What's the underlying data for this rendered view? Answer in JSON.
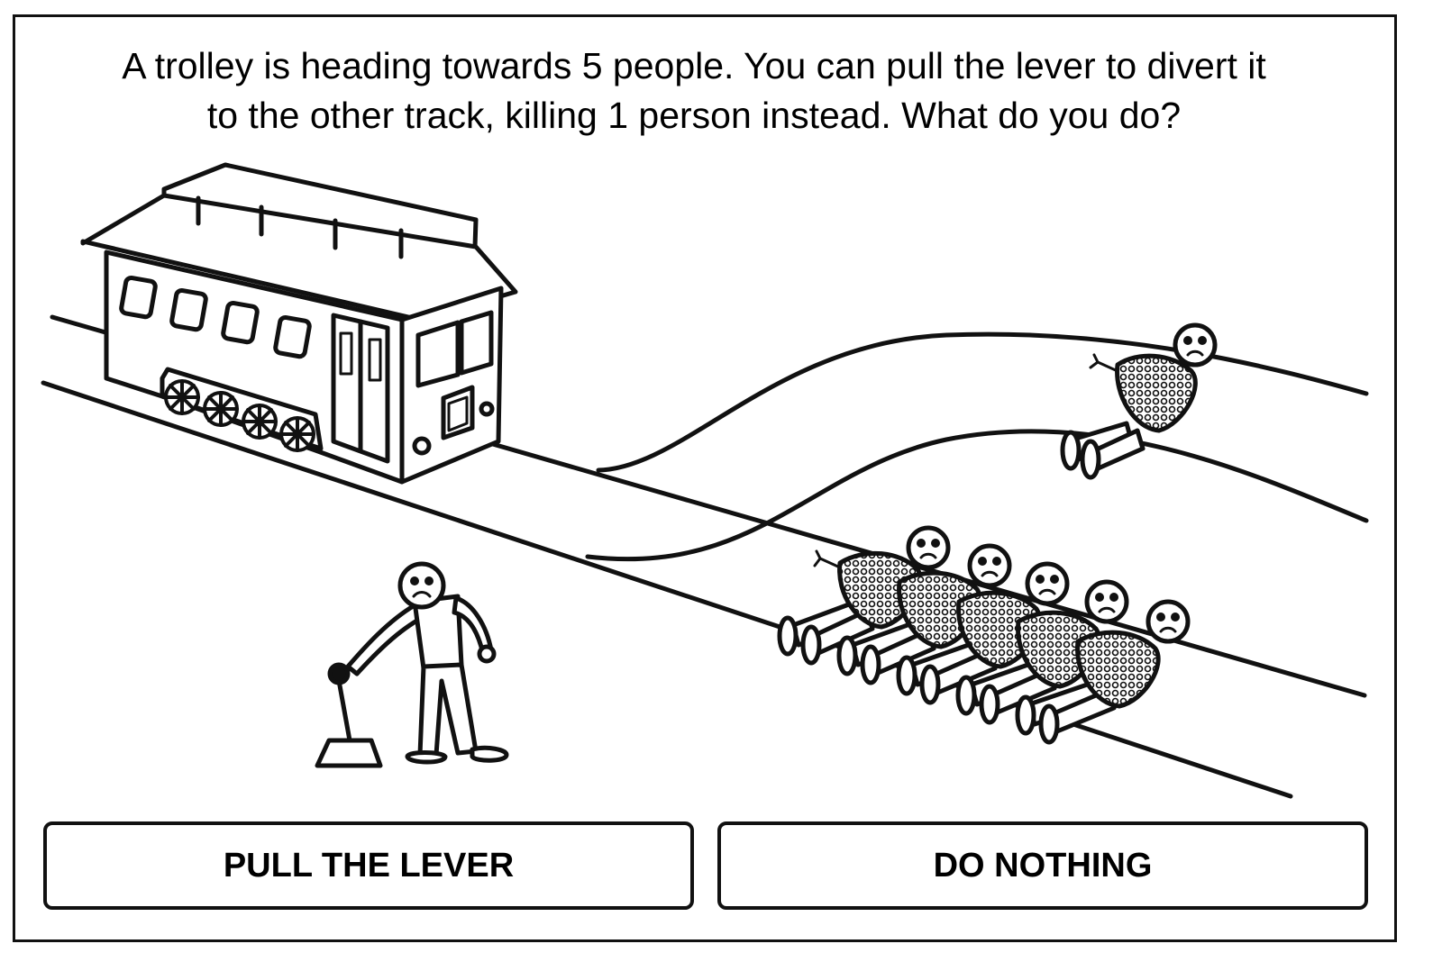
{
  "question": {
    "line1": "A trolley is heading towards 5 people. You can pull the lever to divert it",
    "line2": "to the other track, killing 1 person instead. What do you do?"
  },
  "choices": {
    "pull": "PULL THE LEVER",
    "nothing": "DO NOTHING"
  },
  "scene": {
    "people_on_main_track": 5,
    "people_on_side_track": 1
  },
  "colors": {
    "ink": "#111111",
    "background": "#ffffff"
  }
}
